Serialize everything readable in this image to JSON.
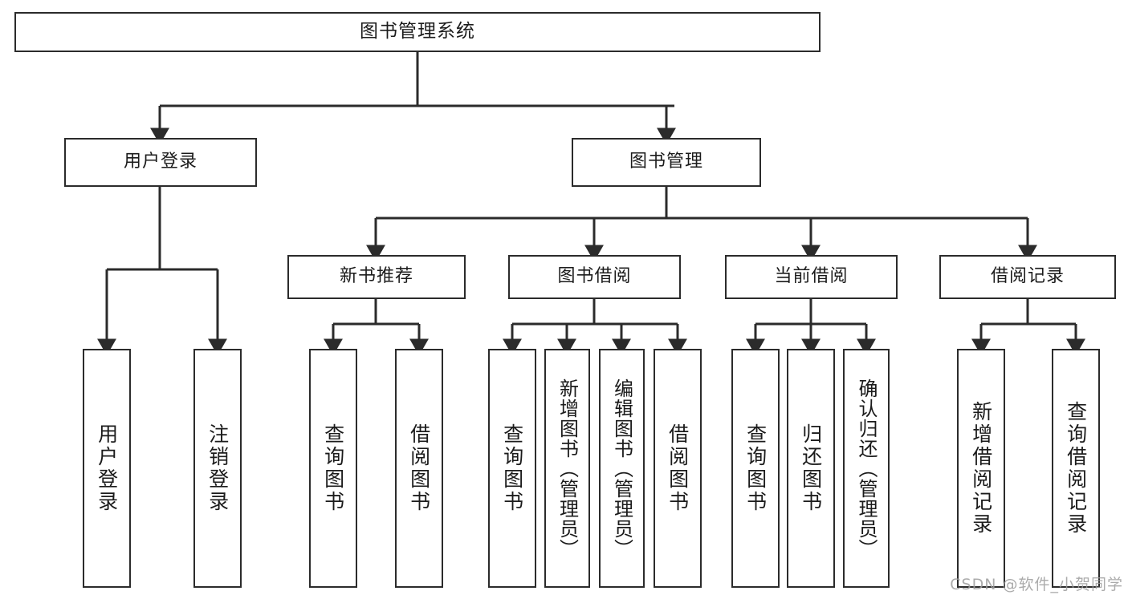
{
  "diagram": {
    "title": "图书管理系统",
    "type": "tree-hierarchy-chart",
    "colors": {
      "box_border": "#2b2b2b",
      "box_fill": "#ffffff",
      "edge": "#2b2b2b",
      "text": "#1b1b1b",
      "watermark": "#9d9d9d"
    }
  },
  "root": {
    "label": "图书管理系统"
  },
  "level2": [
    {
      "label": "用户登录"
    },
    {
      "label": "图书管理"
    }
  ],
  "level3": [
    {
      "label": "新书推荐"
    },
    {
      "label": "图书借阅"
    },
    {
      "label": "当前借阅"
    },
    {
      "label": "借阅记录"
    }
  ],
  "leaves": {
    "user_login": [
      {
        "label": "用户登录"
      },
      {
        "label": "注销登录"
      }
    ],
    "new_book_recommend": [
      {
        "label": "查询图书"
      },
      {
        "label": "借阅图书"
      }
    ],
    "book_borrow": [
      {
        "label": "查询图书"
      },
      {
        "label": "新增图书（管理员）"
      },
      {
        "label": "编辑图书（管理员）"
      },
      {
        "label": "借阅图书"
      }
    ],
    "current_borrow": [
      {
        "label": "查询图书"
      },
      {
        "label": "归还图书"
      },
      {
        "label": "确认归还（管理员）"
      }
    ],
    "borrow_record": [
      {
        "label": "新增借阅记录"
      },
      {
        "label": "查询借阅记录"
      }
    ]
  },
  "watermark": {
    "text": "CSDN @软件_小贺同学"
  }
}
